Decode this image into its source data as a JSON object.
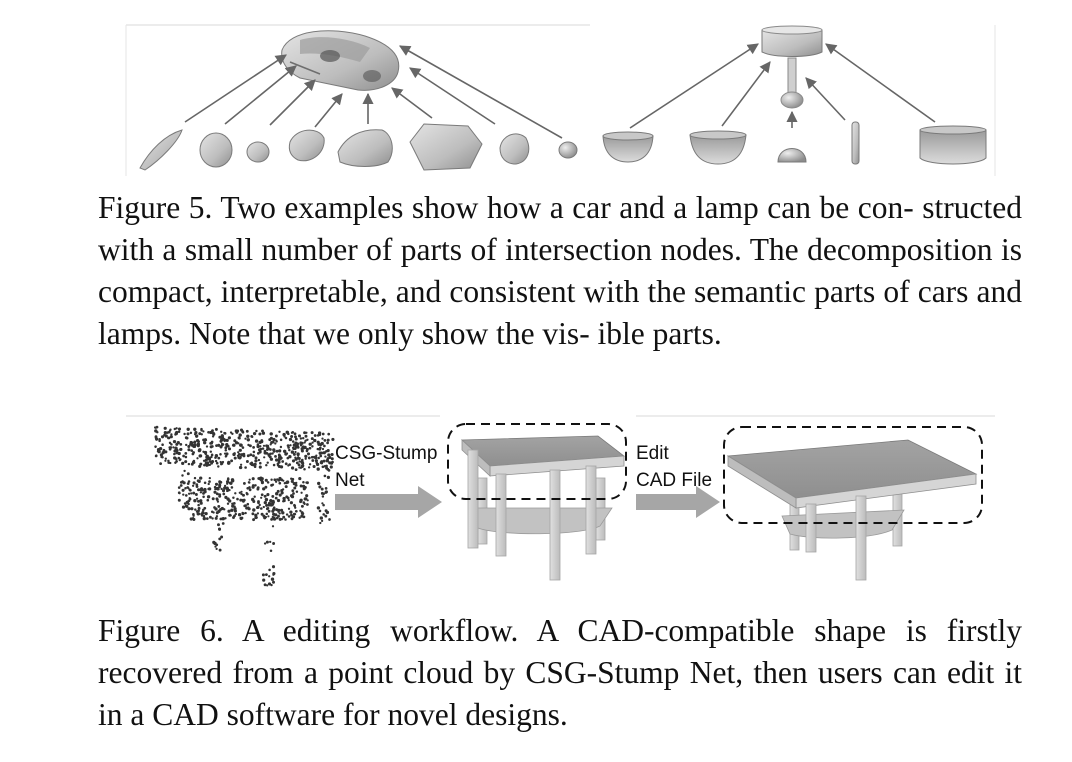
{
  "figure5": {
    "caption": "Figure 5. Two examples show how a car and a lamp can be con- structed with a small number of parts of intersection nodes. The decomposition is compact, interpretable, and consistent with the semantic parts of cars and lamps. Note that we only show the vis- ible parts.",
    "car_example": {
      "part_count": 8
    },
    "lamp_example": {
      "part_count": 5
    }
  },
  "figure6": {
    "caption": "Figure 6. A editing workflow. A CAD-compatible shape is firstly recovered from a point cloud by CSG-Stump Net, then users can edit it in a CAD software for novel designs.",
    "step1_label_line1": "CSG-Stump",
    "step1_label_line2": "Net",
    "step2_label_line1": "Edit",
    "step2_label_line2": "CAD File"
  },
  "colors": {
    "shape_light": "#d8d8d8",
    "shape_mid": "#b5b5b5",
    "shape_dark": "#8a8a8a",
    "arrow": "#666666",
    "fat_arrow": "#a6a6a6",
    "points": "#333333"
  }
}
